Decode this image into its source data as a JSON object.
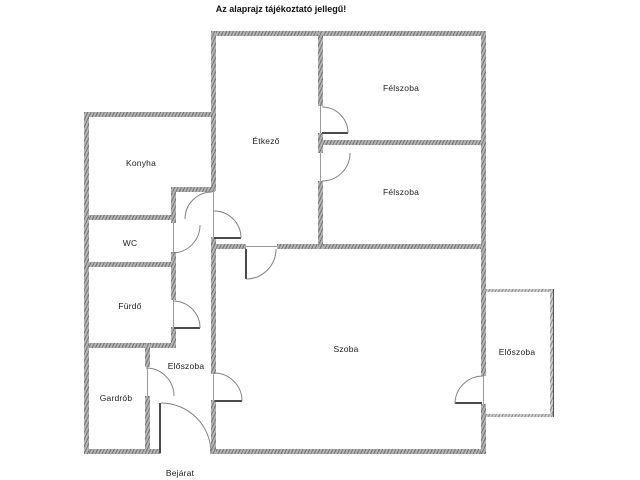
{
  "title": "Az alaprajz tájékoztató jellegű!",
  "rooms": [
    {
      "id": "konyha",
      "label": "Konyha"
    },
    {
      "id": "etkezo",
      "label": "Étkező"
    },
    {
      "id": "felszoba-upper",
      "label": "Félszoba"
    },
    {
      "id": "felszoba-lower",
      "label": "Félszoba"
    },
    {
      "id": "wc",
      "label": "WC"
    },
    {
      "id": "furdo",
      "label": "Fürdő"
    },
    {
      "id": "eloszoba-hall",
      "label": "Előszoba"
    },
    {
      "id": "gardrob",
      "label": "Gardrób"
    },
    {
      "id": "szoba",
      "label": "Szoba"
    },
    {
      "id": "eloszoba-right",
      "label": "Előszoba"
    },
    {
      "id": "bejarat",
      "label": "Bejárat"
    }
  ],
  "colors": {
    "wall": "#757575",
    "door_arc": "#828282",
    "text": "#1c1c1c",
    "background": "#ffffff"
  }
}
